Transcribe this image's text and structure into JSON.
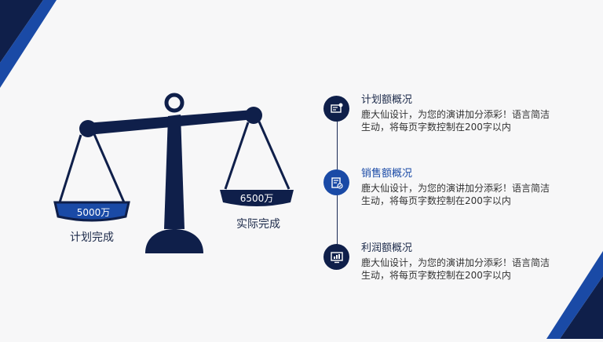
{
  "colors": {
    "navy": "#0f1f4a",
    "blue": "#1a4aa6",
    "accent_title": "#1a4aa6",
    "text": "#333333"
  },
  "scale": {
    "left_value": "5000万",
    "right_value": "6500万",
    "left_label": "计划完成",
    "right_label": "实际完成"
  },
  "items": [
    {
      "icon": "certificate-icon",
      "title": "计划额概况",
      "desc": "鹿大仙设计，为您的演讲加分添彩！语言简洁生动，将每页字数控制在200字以内"
    },
    {
      "icon": "document-check-icon",
      "title": "销售额概况",
      "desc": "鹿大仙设计，为您的演讲加分添彩！语言简洁生动，将每页字数控制在200字以内"
    },
    {
      "icon": "chart-monitor-icon",
      "title": "利润额概况",
      "desc": "鹿大仙设计，为您的演讲加分添彩！语言简洁生动，将每页字数控制在200字以内"
    }
  ]
}
